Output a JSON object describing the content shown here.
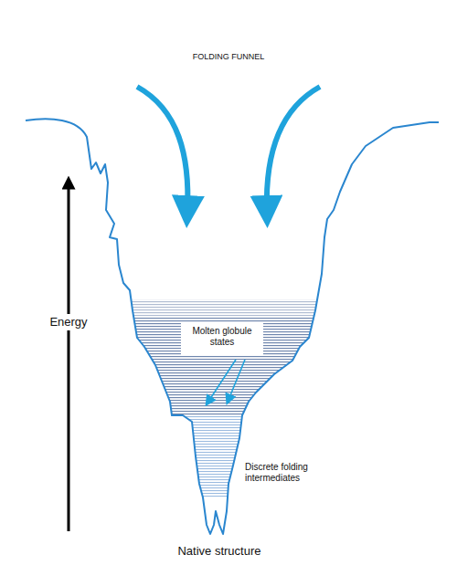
{
  "diagram": {
    "title": "FOLDING FUNNEL",
    "labels": [
      "Energy",
      "Molten globule states",
      "Discrete folding intermediates",
      "Native structure"
    ]
  }
}
